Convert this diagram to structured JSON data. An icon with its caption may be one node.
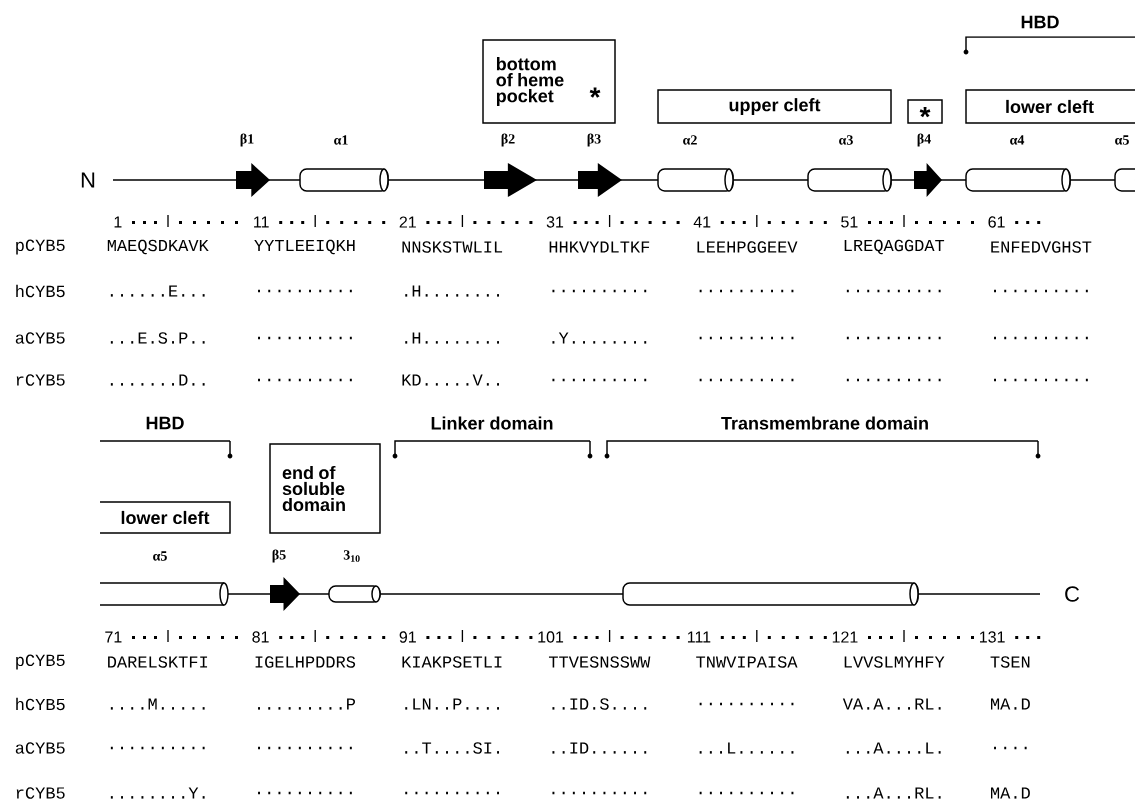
{
  "diagram": {
    "nodes": [
      {
        "text": [
          "bottom of heme pocket",
          "*"
        ]
      },
      {
        "text": [
          "upper cleft"
        ]
      },
      {
        "text": [
          "*"
        ]
      },
      {
        "text": [
          "lower cleft"
        ]
      },
      {
        "text": [
          "lower cleft"
        ]
      },
      {
        "text": [
          "end of soluble domain"
        ]
      }
    ],
    "labels": [
      "HBD",
      "β1",
      "α1",
      "β2",
      "β3",
      "α2",
      "α3",
      "β4",
      "α4",
      "α5",
      "N",
      "1",
      "11",
      "21",
      "31",
      "41",
      "51",
      "61",
      "pCYB5",
      "MAEQSDKAVK",
      "YYTLEEIQKH",
      "NNSKSTWLIL",
      "HHKVYDLTKF",
      "LEEHPGGEEV",
      "LREQAGGDAT",
      "ENFEDVGHST",
      "hCYB5",
      "......E...",
      "..........",
      ".H........",
      "..........",
      "..........",
      "..........",
      "..........",
      "aCYB5",
      "...E.S.P..",
      "..........",
      ".H........",
      ".Y........",
      "..........",
      "..........",
      "..........",
      "rCYB5",
      ".......D..",
      "..........",
      "KD.....V..",
      "..........",
      "..........",
      "..........",
      "..........",
      "HBD",
      "Linker domain",
      "Transmembrane domain",
      "α5",
      "β5",
      "3$_{10}$",
      "C",
      "71",
      "81",
      "91",
      "101",
      "111",
      "121",
      "131",
      "pCYB5",
      "DARELSKTFI",
      "IGELHPDDRS",
      "KIAKPSETLI",
      "TTVESNSSWW",
      "TNWVIPAISA",
      "LVVSLMYHFY",
      "TSEN",
      "hCYB5",
      "....M.....",
      ".........P",
      ".LN..P....",
      "..ID.S....",
      "..........",
      "VA.A...RL.",
      "MA.D",
      "aCYB5",
      "..........",
      "..........",
      "..T....SI.",
      "..ID......",
      "...L......",
      "...A....L.",
      "....",
      "rCYB5",
      "........Y.",
      "..........",
      "..........",
      "..........",
      "..........",
      "...A...RL.",
      "MA.D"
    ]
  }
}
